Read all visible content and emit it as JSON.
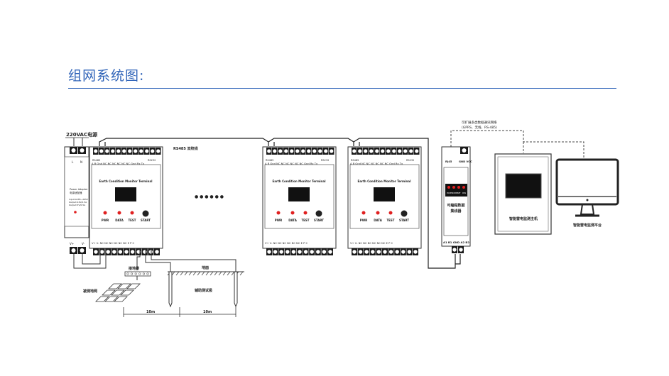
{
  "page_title": "组网系统图:",
  "power": {
    "label": "220VAC电源",
    "term_l": "L",
    "term_n": "N"
  },
  "bus": {
    "label": "RS485 双绞线"
  },
  "ellipsis": "● ● ● ● ● ●",
  "psu": {
    "line1": "Power Adapter",
    "line2": "电源适配器",
    "spec1": "Input:AC85~265V",
    "spec2": "Output:24V/0.5A",
    "spec3": "Output:5V/0.5A",
    "bottom_terms": [
      "V+",
      "V-"
    ]
  },
  "monitor": {
    "title": "Earth Condition Monitor Terminal",
    "top_hdr_left": "RS485",
    "top_hdr_right": "RS232",
    "top_terms": "A  B  Gnd NC  NC  NC  NC  NC  NC  Gnd Rx  Tx",
    "bottom_terms": "V+  V-  NC  NC  NC  NC  NC  NC  E   P   C",
    "leds": [
      "PWR",
      "DATA",
      "TEST",
      "START"
    ]
  },
  "collector": {
    "top_left": "RJ45",
    "top_right": "GND VCC",
    "led_labels": [
      "POWER",
      "COMM",
      "NET",
      "RUN"
    ],
    "name_line1": "可编程数据",
    "name_line2": "集线器",
    "bottom_terms": "A1 B1 GND A2 B2"
  },
  "expand_note": {
    "line1": "可扩展多类数据通讯网络",
    "line2": "(GPRS、无线、RS-485)"
  },
  "host": {
    "label": "智能雷电监测主机"
  },
  "platform": {
    "label": "智能雷电监测平台"
  },
  "grounding": {
    "bar_label": "接地排",
    "grid_label": "被测地网",
    "ground_label": "地面",
    "electrode_label": "辅助测试极",
    "dist1": "10m",
    "dist2": "10m"
  }
}
